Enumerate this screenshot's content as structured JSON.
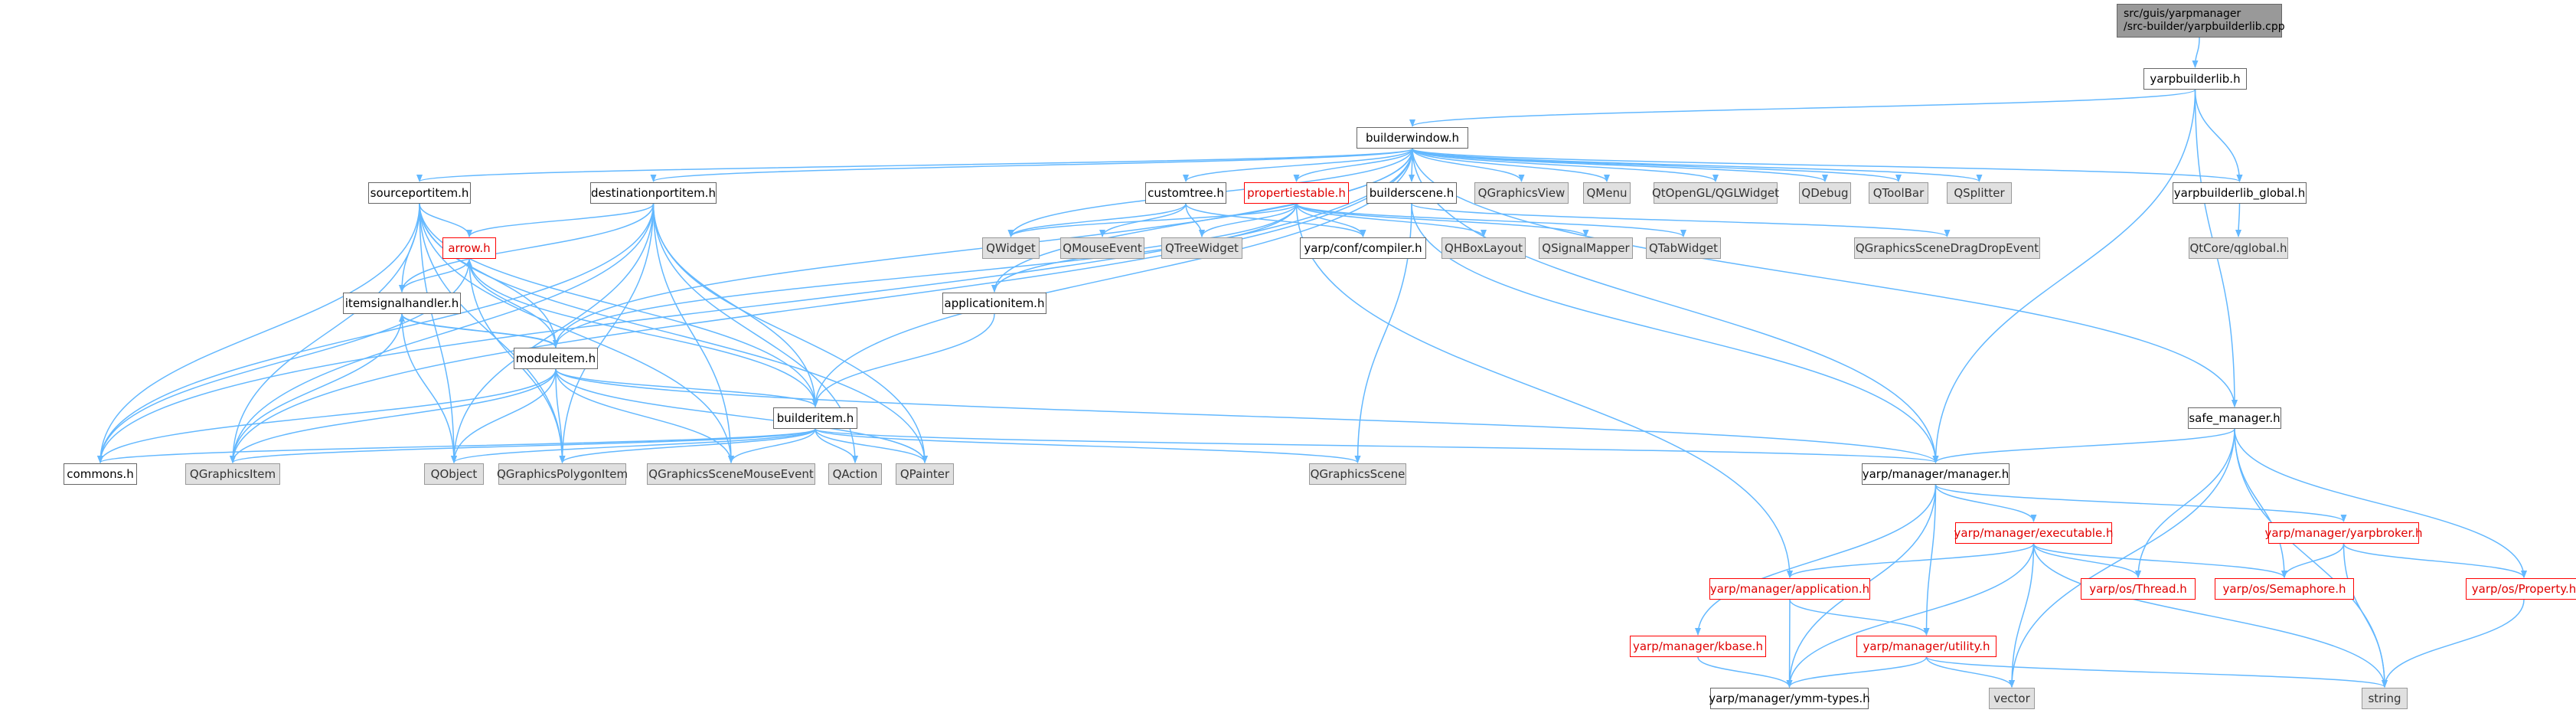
{
  "graph": {
    "root_lines": [
      "src/guis/yarpmanager",
      "/src-builder/yarpbuilderlib.cpp"
    ],
    "nodes": {
      "yarpbuilderlib": "yarpbuilderlib.h",
      "builderwindow": "builderwindow.h",
      "sourceportitem": "sourceportitem.h",
      "destinationportitem": "destinationportitem.h",
      "customtree": "customtree.h",
      "propertiestable": "propertiestable.h",
      "builderscene": "builderscene.h",
      "QGraphicsView": "QGraphicsView",
      "QMenu": "QMenu",
      "QtOpenGL": "QtOpenGL/QGLWidget",
      "QDebug": "QDebug",
      "QToolBar": "QToolBar",
      "QSplitter": "QSplitter",
      "yarpbuilderlib_global": "yarpbuilderlib_global.h",
      "QtCore_qglobal": "QtCore/qglobal.h",
      "arrow": "arrow.h",
      "QWidget": "QWidget",
      "QMouseEvent": "QMouseEvent",
      "QTreeWidget": "QTreeWidget",
      "compiler": "yarp/conf/compiler.h",
      "QHBoxLayout": "QHBoxLayout",
      "QSignalMapper": "QSignalMapper",
      "QTabWidget": "QTabWidget",
      "QGraphicsSceneDragDropEvent": "QGraphicsSceneDragDropEvent",
      "itemsignalhandler": "itemsignalhandler.h",
      "applicationitem": "applicationitem.h",
      "moduleitem": "moduleitem.h",
      "builderitem": "builderitem.h",
      "safe_manager": "safe_manager.h",
      "commons": "commons.h",
      "QGraphicsItem": "QGraphicsItem",
      "QObject": "QObject",
      "QGraphicsPolygonItem": "QGraphicsPolygonItem",
      "QGraphicsSceneMouseEvent": "QGraphicsSceneMouseEvent",
      "QAction": "QAction",
      "QPainter": "QPainter",
      "QGraphicsScene": "QGraphicsScene",
      "manager": "yarp/manager/manager.h",
      "executable": "yarp/manager/executable.h",
      "yarpbroker": "yarp/manager/yarpbroker.h",
      "application": "yarp/manager/application.h",
      "Thread": "yarp/os/Thread.h",
      "Semaphore": "yarp/os/Semaphore.h",
      "Property": "yarp/os/Property.h",
      "kbase": "yarp/manager/kbase.h",
      "utility": "yarp/manager/utility.h",
      "ymm_types": "yarp/manager/ymm-types.h",
      "vector": "vector",
      "string": "string"
    },
    "colors": {
      "edge": "#63b8ff",
      "node_border": "#666666",
      "external_fill": "#e0e0e0",
      "root_fill": "#999999",
      "incomplete_border": "#ff0000"
    }
  }
}
